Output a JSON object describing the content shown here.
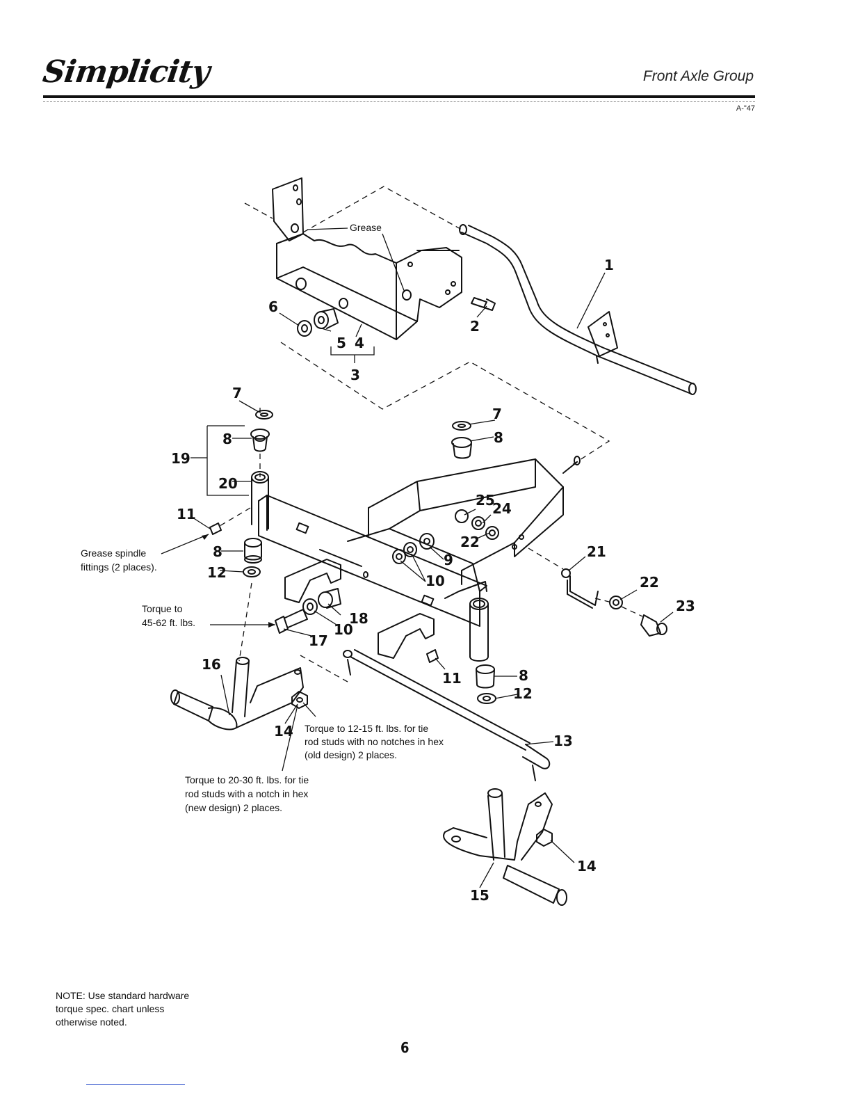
{
  "header": {
    "brand": "Simplicity",
    "section_title": "Front Axle Group",
    "doc_code": "A-\"47"
  },
  "callouts": {
    "grease": "Grease",
    "grease_spindle_1": "Grease spindle",
    "grease_spindle_2": "fittings (2 places).",
    "torque_17_1": "Torque to",
    "torque_17_2": "45-62 ft. lbs.",
    "torque_old_1": "Torque to 12-15 ft. lbs. for tie",
    "torque_old_2": "rod studs with no notches in hex",
    "torque_old_3": "(old design) 2 places.",
    "torque_new_1": "Torque to 20-30 ft. lbs. for tie",
    "torque_new_2": "rod studs with a notch in hex",
    "torque_new_3": "(new design) 2 places."
  },
  "part_numbers": {
    "p1": "1",
    "p2": "2",
    "p3": "3",
    "p4": "4",
    "p5": "5",
    "p6": "6",
    "p7a": "7",
    "p7b": "7",
    "p8a": "8",
    "p8b": "8",
    "p8c": "8",
    "p8d": "8",
    "p9": "9",
    "p10a": "10",
    "p10b": "10",
    "p11a": "11",
    "p11b": "11",
    "p12a": "12",
    "p12b": "12",
    "p13": "13",
    "p14a": "14",
    "p14b": "14",
    "p15": "15",
    "p16": "16",
    "p17": "17",
    "p18": "18",
    "p19": "19",
    "p20": "20",
    "p21": "21",
    "p22a": "22",
    "p22b": "22",
    "p23": "23",
    "p24": "24",
    "p25": "25"
  },
  "note": {
    "line1": "NOTE: Use standard hardware",
    "line2": "torque spec. chart unless",
    "line3": "otherwise noted."
  },
  "page_number": "6"
}
